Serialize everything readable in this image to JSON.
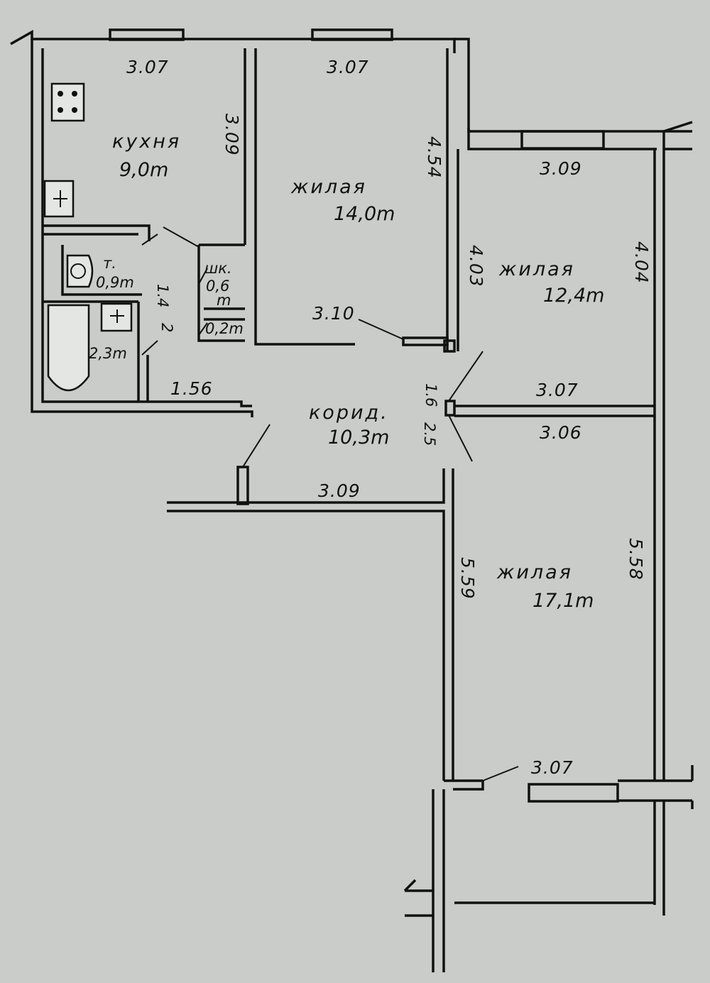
{
  "rooms": {
    "kitchen": {
      "name": "кухня",
      "area": "9,0m"
    },
    "living_1": {
      "name": "жилая",
      "area": "14,0m"
    },
    "living_2": {
      "name": "жилая",
      "area": "12,4m"
    },
    "living_3": {
      "name": "жилая",
      "area": "17,1m"
    },
    "toilet": {
      "name": "т.",
      "area": "0,9m"
    },
    "closet": {
      "name": "шк.",
      "area": "0,6",
      "unit": "m"
    },
    "pantry": {
      "area": "0,2m"
    },
    "bathroom": {
      "area": "2,3m"
    },
    "corridor": {
      "name": "корид.",
      "area": "10,3m"
    }
  },
  "dimensions": {
    "kitchen_width": "3.07",
    "kitchen_length": "3.09",
    "living1_width": "3.07",
    "living1_length": "4.54",
    "living1_bottom": "3.10",
    "living2_width_top": "3.09",
    "living2_width_bottom": "3.07",
    "living2_left": "4.03",
    "living2_right": "4.04",
    "living3_width_top": "3.06",
    "living3_width_bottom": "3.07",
    "living3_left": "5.59",
    "living3_right": "5.58",
    "corridor_left": "1.56",
    "corridor_bottom": "3.09",
    "corridor_door": "1.6",
    "corridor_side": "2.5",
    "wet_side": "1.4",
    "wet_side2": "2"
  }
}
